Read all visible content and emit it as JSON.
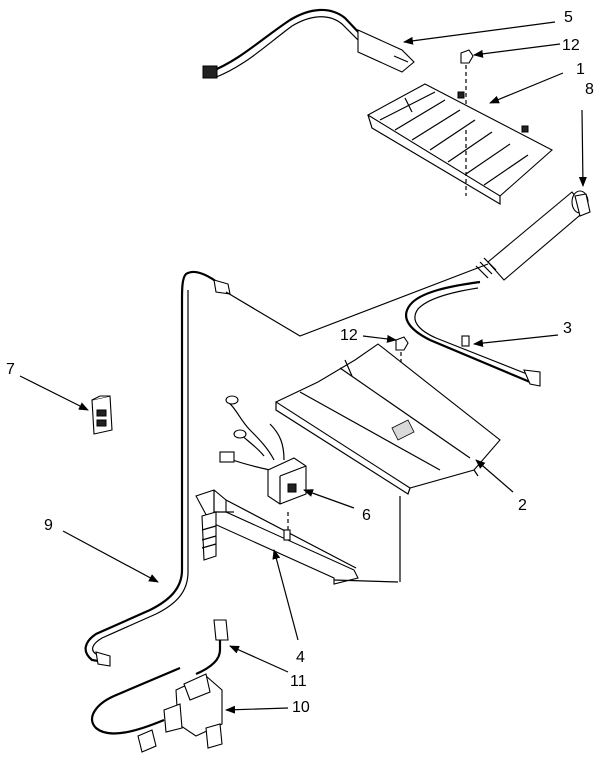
{
  "callouts": [
    {
      "id": "c5",
      "text": "5"
    },
    {
      "id": "c12a",
      "text": "12"
    },
    {
      "id": "c1",
      "text": "1"
    },
    {
      "id": "c8",
      "text": "8"
    },
    {
      "id": "c3",
      "text": "3"
    },
    {
      "id": "c12b",
      "text": "12"
    },
    {
      "id": "c7",
      "text": "7"
    },
    {
      "id": "c2",
      "text": "2"
    },
    {
      "id": "c6",
      "text": "6"
    },
    {
      "id": "c9",
      "text": "9"
    },
    {
      "id": "c4",
      "text": "4"
    },
    {
      "id": "c11",
      "text": "11"
    },
    {
      "id": "c10",
      "text": "10"
    }
  ]
}
